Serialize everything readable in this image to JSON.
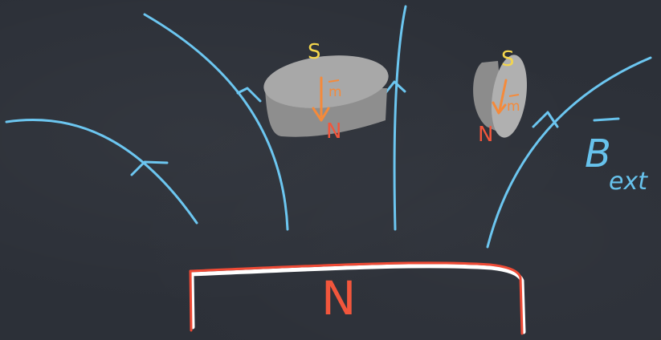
{
  "labels": {
    "magnet_1_top": "S",
    "magnet_1_bottom": "N",
    "magnet_1_moment": "m",
    "magnet_2_top": "S",
    "magnet_2_bottom": "N",
    "magnet_2_moment": "m",
    "bar_magnet_pole": "N",
    "field_symbol": "B",
    "field_subscript": "ext"
  },
  "colors": {
    "field_lines": "#6cc6f0",
    "bar_magnet": "#ef4a35",
    "south_pole": "#f4d64c",
    "north_pole": "#f2563c",
    "moment_arrow": "#f58a3a",
    "magnet_body": "#a9a9a9",
    "background": "#2c3038"
  }
}
